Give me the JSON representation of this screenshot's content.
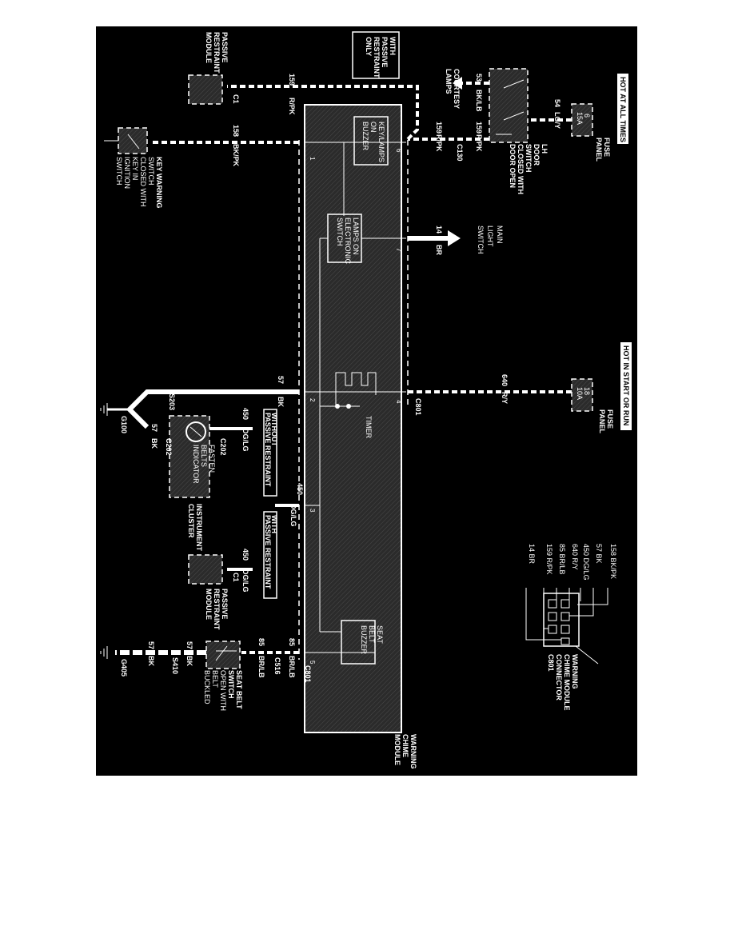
{
  "colors": {
    "background": "#000000",
    "ink": "#ffffff",
    "module_fill": "#2b2b2b",
    "page": "#ffffff"
  },
  "labels": {
    "passive_module_top": [
      "PASSIVE",
      "RESTRAINT",
      "MODULE"
    ],
    "with_passive_only": [
      "WITH",
      "PASSIVE",
      "RESTRAINT",
      "ONLY"
    ],
    "hot_at_all_times": "HOT AT ALL TIMES",
    "hot_in_start": "HOT IN START OR RUN",
    "fuse_panel_1": [
      "FUSE",
      "PANEL"
    ],
    "fuse_panel_2": [
      "FUSE",
      "PANEL"
    ],
    "fuse_1": [
      "6",
      "15A"
    ],
    "fuse_2": [
      "18",
      "10A"
    ],
    "lh_door_switch": [
      "LH",
      "DOOR",
      "SWITCH",
      "CLOSED WITH",
      "DOOR OPEN"
    ],
    "courtesy_lamps": [
      "COURTESY",
      "LAMPS"
    ],
    "main_light_switch": [
      "MAIN",
      "LIGHT",
      "SWITCH"
    ],
    "key_warning_switch": [
      "KEY WARNING",
      "SWITCH",
      "CLOSED WITH",
      "KEY IN",
      "IGNITION",
      "SWITCH"
    ],
    "key_lamps_buzzer": [
      "KEY/LAMPS",
      "ON",
      "BUZZER"
    ],
    "lamps_on_switch": [
      "LAMPS ON",
      "ELECTRONIC",
      "SWITCH"
    ],
    "timer": "TIMER",
    "seat_belt_buzzer": [
      "SEAT",
      "BELT",
      "BUZZER"
    ],
    "warning_chime_module": [
      "WARNING",
      "CHIME",
      "MODULE"
    ],
    "without_passive": [
      "WITHOUT",
      "PASSIVE RESTRAINT"
    ],
    "with_passive": [
      "WITH",
      "PASSIVE RESTRAINT"
    ],
    "fasten_belts": [
      "FASTEN",
      "BELTS",
      "INDICATOR"
    ],
    "instrument_cluster": [
      "INSTRUMENT",
      "CLUSTER"
    ],
    "passive_module_bottom": [
      "PASSIVE",
      "RESTRAINT",
      "MODULE"
    ],
    "seat_belt_switch": [
      "SEAT BELT",
      "SWITCH",
      "OPEN WITH",
      "BELT",
      "BUCKLED"
    ],
    "connector_title": [
      "WARNING",
      "CHIME MODULE",
      "CONNECTOR",
      "C801"
    ]
  },
  "wires": {
    "w53": "53",
    "w53c": "BK/LB",
    "w54": "54",
    "w54c": "LG/Y",
    "w159a": "159",
    "w159ac": "R/PK",
    "w159b": "159",
    "w159bc": "R/PK",
    "w159c": "159",
    "w159cc": "R/PK",
    "w158": "158",
    "w158c": "BK/PK",
    "w14": "14",
    "w14c": "BR",
    "w640": "640",
    "w640c": "R/Y",
    "w57a": "57",
    "w57ac": "BK",
    "w57b": "57",
    "w57bc": "BK",
    "w57c": "57",
    "w57cc": "BK",
    "w57d": "57",
    "w57dc": "BK",
    "w450a": "450",
    "w450ac": "DG/LG",
    "w450b": "450",
    "w450bc": "DG/LG",
    "w450c": "450",
    "w450cc": "DG/LG",
    "w85a": "85",
    "w85ac": "BR/LB",
    "w85b": "85",
    "w85bc": "BR/LB"
  },
  "connectors": {
    "c1_top": "C1",
    "c130": "C130",
    "c801_a": "C801",
    "c801_b": "C801",
    "c202_a": "C202",
    "c202_b": "C202",
    "c1_bottom": "C1",
    "c516": "C516",
    "s203": "S203",
    "s410": "S410",
    "g100": "G100",
    "g405": "G405"
  },
  "pins": {
    "p1": "1",
    "p2": "2",
    "p3": "3",
    "p4": "4",
    "p5": "5",
    "p6": "6",
    "p7": "7"
  },
  "legend": {
    "entries": [
      "158 BK/PK",
      "57 BK",
      "450 DG/LG",
      "640 R/Y",
      "85 BR/LB",
      "159 R/PK",
      "14 BR"
    ]
  }
}
